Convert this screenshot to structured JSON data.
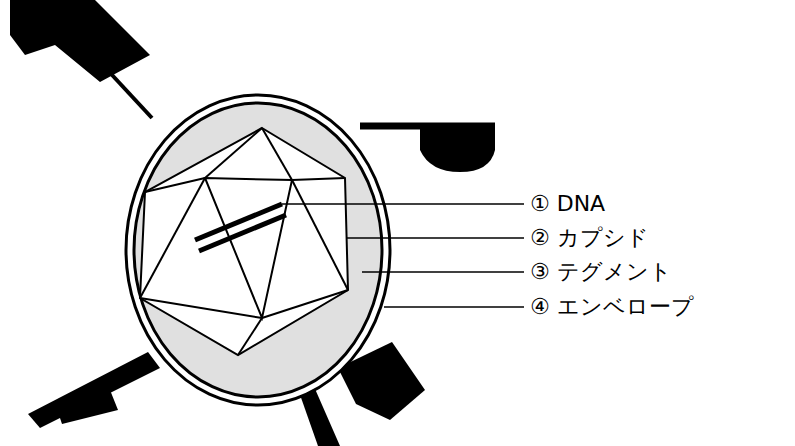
{
  "diagram": {
    "labels": [
      "① DNA",
      "② カプシド",
      "③ テグメント",
      "④ エンベロープ"
    ]
  }
}
